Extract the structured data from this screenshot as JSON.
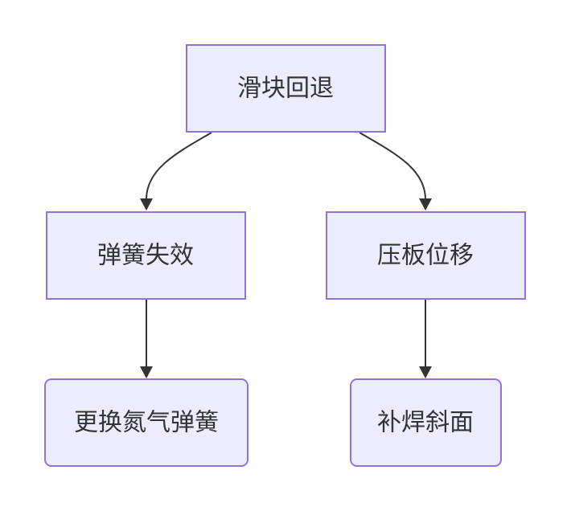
{
  "diagram": {
    "type": "flowchart",
    "colors": {
      "node_fill": "#ECECFF",
      "node_border": "#9370DB",
      "edge": "#333333",
      "text": "#333333"
    },
    "nodes": {
      "root": "滑块回退",
      "left_mid": "弹簧失效",
      "right_mid": "压板位移",
      "left_leaf": "更换氮气弹簧",
      "right_leaf": "补焊斜面"
    },
    "edges": [
      {
        "from": "root",
        "to": "left_mid"
      },
      {
        "from": "root",
        "to": "right_mid"
      },
      {
        "from": "left_mid",
        "to": "left_leaf"
      },
      {
        "from": "right_mid",
        "to": "right_leaf"
      }
    ]
  }
}
